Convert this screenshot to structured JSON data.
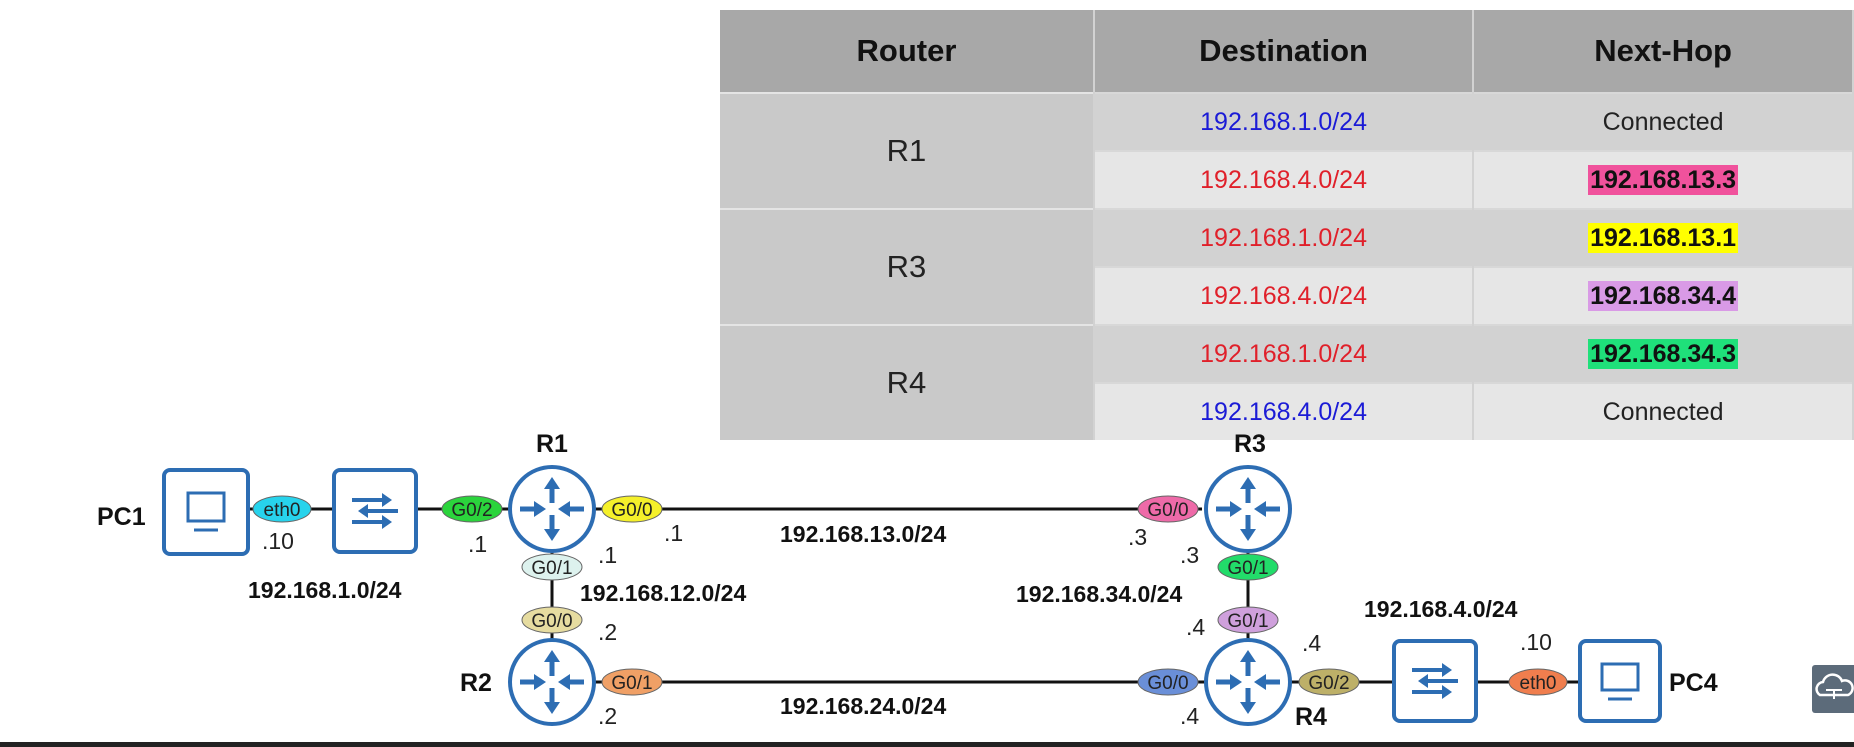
{
  "table": {
    "headers": {
      "router": "Router",
      "destination": "Destination",
      "next_hop": "Next-Hop"
    },
    "groups": [
      {
        "router": "R1",
        "rows": [
          {
            "destination": "192.168.1.0/24",
            "dest_color": "blue",
            "next_hop": "Connected",
            "highlight": null
          },
          {
            "destination": "192.168.4.0/24",
            "dest_color": "red",
            "next_hop": "192.168.13.3",
            "highlight": "#f0529c"
          }
        ]
      },
      {
        "router": "R3",
        "rows": [
          {
            "destination": "192.168.1.0/24",
            "dest_color": "red",
            "next_hop": "192.168.13.1",
            "highlight": "#ffff00"
          },
          {
            "destination": "192.168.4.0/24",
            "dest_color": "red",
            "next_hop": "192.168.34.4",
            "highlight": "#d99ae6"
          }
        ]
      },
      {
        "router": "R4",
        "rows": [
          {
            "destination": "192.168.1.0/24",
            "dest_color": "red",
            "next_hop": "192.168.34.3",
            "highlight": "#1fe07a"
          },
          {
            "destination": "192.168.4.0/24",
            "dest_color": "blue",
            "next_hop": "Connected",
            "highlight": null
          }
        ]
      }
    ]
  },
  "devices": {
    "pc1": "PC1",
    "pc4": "PC4",
    "r1": "R1",
    "r2": "R2",
    "r3": "R3",
    "r4": "R4"
  },
  "networks": {
    "lan1": "192.168.1.0/24",
    "link12": "192.168.12.0/24",
    "link13": "192.168.13.0/24",
    "link24": "192.168.24.0/24",
    "link34": "192.168.34.0/24",
    "lan4": "192.168.4.0/24"
  },
  "interfaces": {
    "pc1_eth0": {
      "label": "eth0",
      "color": "#27d3ec"
    },
    "r1_g02": {
      "label": "G0/2",
      "color": "#2bd43c"
    },
    "r1_g00": {
      "label": "G0/0",
      "color": "#f5f02a"
    },
    "r1_g01": {
      "label": "G0/1",
      "color": "#ddf2ee"
    },
    "r2_g00": {
      "label": "G0/0",
      "color": "#e6dca0"
    },
    "r2_g01": {
      "label": "G0/1",
      "color": "#f0a066"
    },
    "r3_g00": {
      "label": "G0/0",
      "color": "#ee6aa8"
    },
    "r3_g01": {
      "label": "G0/1",
      "color": "#22dc6a"
    },
    "r4_g01": {
      "label": "G0/1",
      "color": "#cfa0dc"
    },
    "r4_g00": {
      "label": "G0/0",
      "color": "#6a8fd8"
    },
    "r4_g02": {
      "label": "G0/2",
      "color": "#bdb068"
    },
    "pc4_eth0": {
      "label": "eth0",
      "color": "#f07e4e"
    }
  },
  "addresses": {
    "pc1_eth0": ".10",
    "r1_g02": ".1",
    "r1_g00": ".1",
    "r1_g01": ".1",
    "r2_g00": ".2",
    "r2_g01": ".2",
    "r3_g00": ".3",
    "r3_g01": ".3",
    "r4_g01": ".4",
    "r4_g01b": ".4",
    "r4_g00": ".4",
    "pc4_eth0": ".10"
  },
  "colors": {
    "device_blue": "#2d6db3",
    "table_header": "#a8a8a8"
  },
  "icons": [
    "pc-icon",
    "switch-icon",
    "router-icon",
    "cloud-icon"
  ]
}
